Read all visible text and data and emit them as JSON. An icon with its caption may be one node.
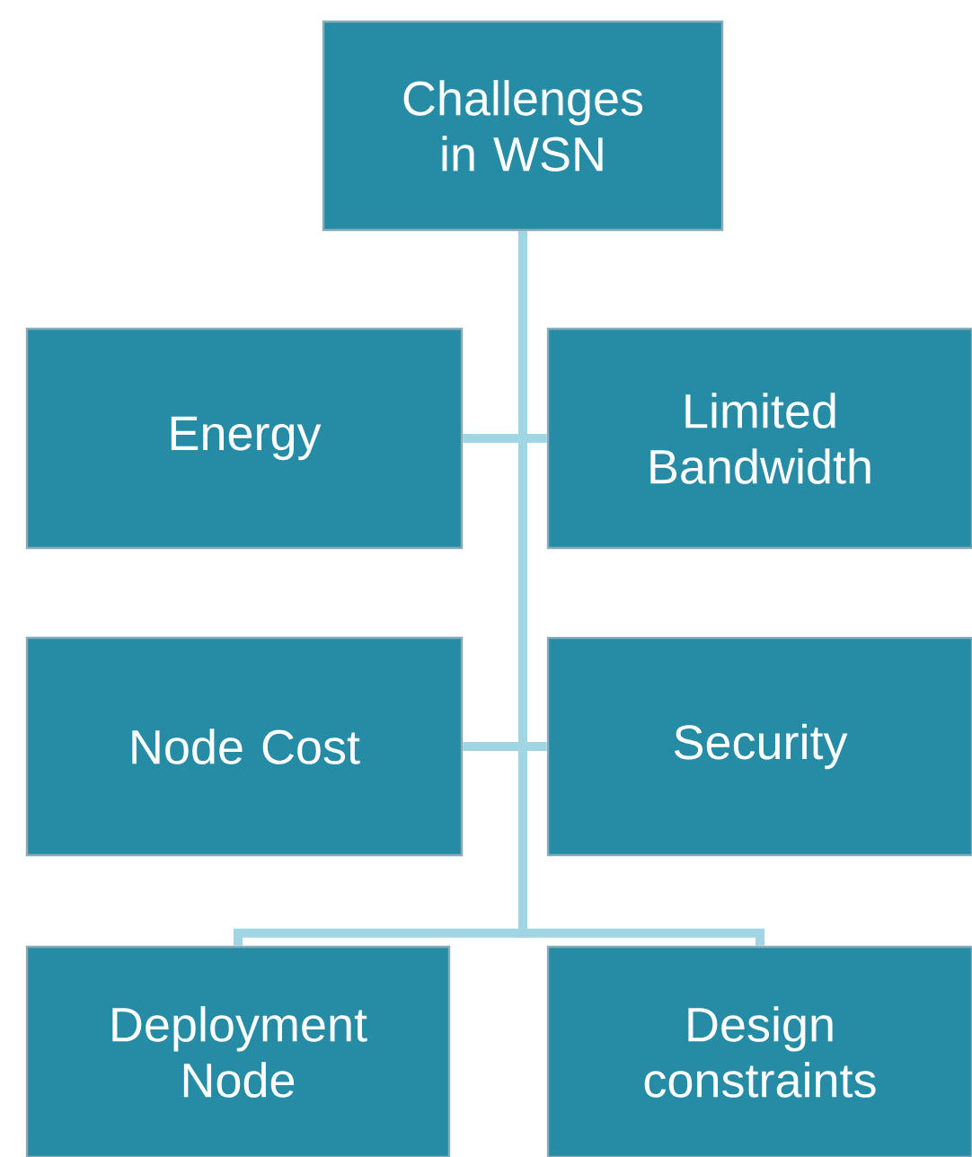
{
  "diagram": {
    "nodes": [
      {
        "text": [
          "Challenges in WSN"
        ]
      },
      {
        "text": [
          "Energy"
        ]
      },
      {
        "text": [
          "Limited Bandwidth"
        ]
      },
      {
        "text": [
          "Node Cost"
        ]
      },
      {
        "text": [
          "Security"
        ]
      },
      {
        "text": [
          "Deployment Node"
        ]
      },
      {
        "text": [
          "Design constraints"
        ]
      }
    ],
    "edges": [
      {
        "from": 0,
        "to": 1,
        "arrow": "none"
      },
      {
        "from": 0,
        "to": 2,
        "arrow": "none"
      },
      {
        "from": 0,
        "to": 3,
        "arrow": "none"
      },
      {
        "from": 0,
        "to": 4,
        "arrow": "none"
      },
      {
        "from": 0,
        "to": 5,
        "arrow": "none"
      },
      {
        "from": 0,
        "to": 6,
        "arrow": "none"
      }
    ]
  }
}
